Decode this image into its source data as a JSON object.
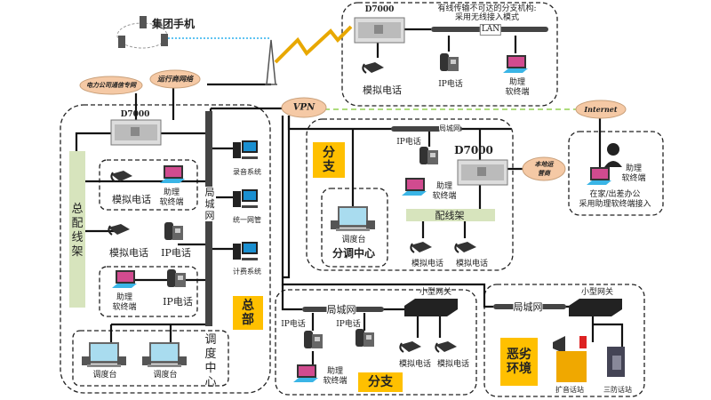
{
  "group_phone": "集团手机",
  "clouds": {
    "power": "电力公司通信专网",
    "operator": "运行商网络",
    "vpn": "VPN",
    "local": "本地运营商",
    "internet": "Internet"
  },
  "wireless": {
    "device": "D7000",
    "note1": "有线传输不可达的分支机构:",
    "note2": "采用无线接入模式",
    "lan": "LAN",
    "analog": "模拟电话",
    "ip": "IP电话",
    "soft1": "助理",
    "soft2": "软终端"
  },
  "hq": {
    "device": "D7000",
    "mdf": "总配线架",
    "lan": "局城网",
    "rec": "录音系统",
    "nms": "统一网管",
    "billing": "计费系统",
    "analog1": "模拟电话",
    "soft1": "助理",
    "soft2": "软终端",
    "analog2": "模拟电话",
    "ip1": "IP电话",
    "ip2": "IP电话",
    "label": "总部",
    "dispatch_center": "调度中心",
    "console1": "调度台",
    "console2": "调度台"
  },
  "branch1": {
    "label": "分支",
    "lan": "局城网",
    "ip": "IP电话",
    "device": "D7000",
    "soft1": "助理",
    "soft2": "软终端",
    "mdf": "配线架",
    "analog1": "模拟电话",
    "analog2": "模拟电话",
    "console": "调度台",
    "sub_center": "分调中心"
  },
  "remote": {
    "soft1": "助理",
    "soft2": "软终端",
    "note1": "在家/出差办公",
    "note2": "采用助理软终端接入"
  },
  "branch2": {
    "lan": "局城网",
    "gateway": "小型网关",
    "ip1": "IP电话",
    "ip2": "IP电话",
    "soft1": "助理",
    "soft2": "软终端",
    "analog1": "模拟电话",
    "analog2": "模拟电话",
    "label": "分支"
  },
  "harsh": {
    "lan": "局城网",
    "gateway": "小型网关",
    "label": "恶劣环境",
    "pa": "扩音话站",
    "explosion": "三防话站"
  },
  "colors": {
    "yellow": "#ffc000",
    "cloud": "#f5c9a5",
    "mdf": "#d7e4bd",
    "wifi_link": "#00a0e9",
    "internet_link": "#92d050"
  }
}
